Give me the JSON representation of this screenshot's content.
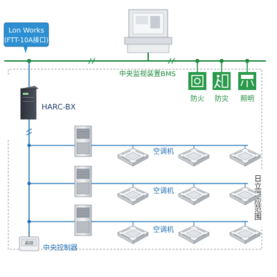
{
  "lonworks": {
    "line1": "Lon Works",
    "line2": "(FTT-10A接口)"
  },
  "bms_label": "中央监视装置BMS",
  "harc_label": "HARC-BX",
  "central_controller_label": "中央控制器",
  "central_controller_screen": "启动",
  "hitachi_scope_label": "日立供应范围",
  "bms_icons": [
    {
      "icon": "fire-hose-icon",
      "label": "防火"
    },
    {
      "icon": "emergency-exit-icon",
      "label": "防灾"
    },
    {
      "icon": "lighting-icon",
      "label": "照明"
    }
  ],
  "ac_rows": [
    {
      "label": "空调机"
    },
    {
      "label": "空调机"
    },
    {
      "label": "空调机"
    }
  ],
  "colors": {
    "bus_green": "#1d8a3e",
    "label_blue": "#1f6fb3",
    "lon_box_bg": "#2c8fd1",
    "icon_green": "#2a9a4a"
  }
}
